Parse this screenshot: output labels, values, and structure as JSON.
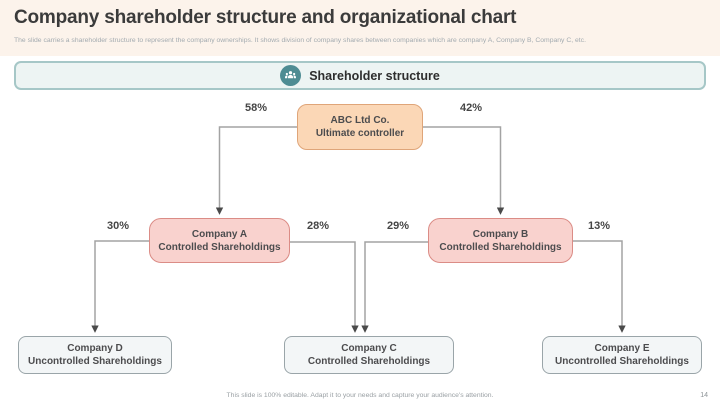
{
  "slide": {
    "title": "Company shareholder structure and organizational chart",
    "subtitle": "The slide carries a shareholder structure to represent the company ownerships. It shows division of company shares between companies which are company A, Company B, Company C, etc.",
    "footer": "This slide is 100% editable. Adapt it to your needs and capture your audience's attention.",
    "page_number": "14"
  },
  "banner": {
    "label": "Shareholder structure",
    "icon": "people-group-icon"
  },
  "org_chart": {
    "root": {
      "name": "ABC Ltd Co.",
      "role": "Ultimate controller"
    },
    "level2": [
      {
        "name": "Company A",
        "role": "Controlled Shareholdings"
      },
      {
        "name": "Company B",
        "role": "Controlled Shareholdings"
      }
    ],
    "level3": [
      {
        "name": "Company D",
        "role": "Uncontrolled Shareholdings"
      },
      {
        "name": "Company C",
        "role": "Controlled Shareholdings"
      },
      {
        "name": "Company E",
        "role": "Uncontrolled Shareholdings"
      }
    ],
    "ownership_percentages": {
      "abc_to_company_a": "58%",
      "abc_to_company_b": "42%",
      "company_a_to_company_d": "30%",
      "company_a_to_company_c": "28%",
      "company_b_to_company_c": "29%",
      "company_b_to_company_e": "13%"
    }
  },
  "colors": {
    "header_band": "#fcf3eb",
    "banner_fill": "#edf4f3",
    "banner_border": "#a6c7c7",
    "banner_icon_circle": "#4e8c93",
    "root_node_fill": "#fbd7b6",
    "root_node_border": "#dfa579",
    "controlled_node_fill": "#f9d2ce",
    "controlled_node_border": "#db8c86",
    "uncontrolled_node_fill": "#f3f6f7",
    "uncontrolled_node_border": "#9aa5a9",
    "connector_line": "#a3a3a3"
  }
}
